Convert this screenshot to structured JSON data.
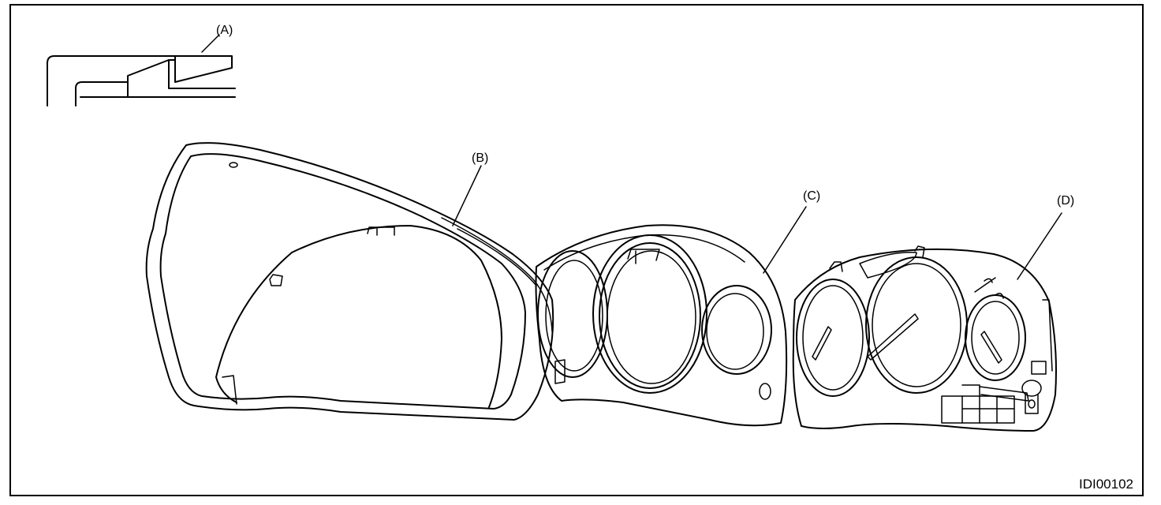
{
  "labels": {
    "a": "(A)",
    "b": "(B)",
    "c": "(C)",
    "d": "(D)"
  },
  "figure_id": "IDI00102",
  "colors": {
    "line": "#000000",
    "background": "#ffffff"
  }
}
